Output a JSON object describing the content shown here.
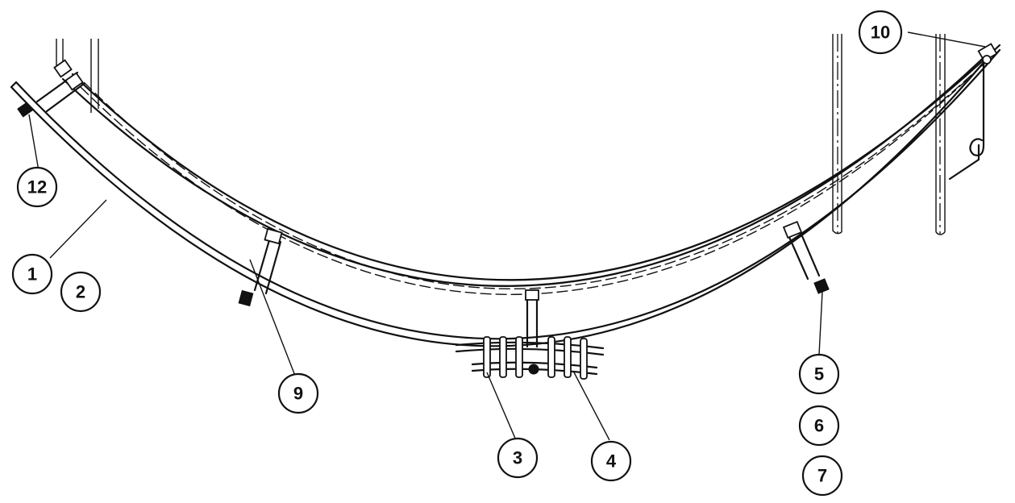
{
  "callouts": {
    "c1": "1",
    "c2": "2",
    "c3": "3",
    "c4": "4",
    "c5": "5",
    "c6": "6",
    "c7": "7",
    "c9": "9",
    "c10": "10",
    "c12": "12"
  }
}
